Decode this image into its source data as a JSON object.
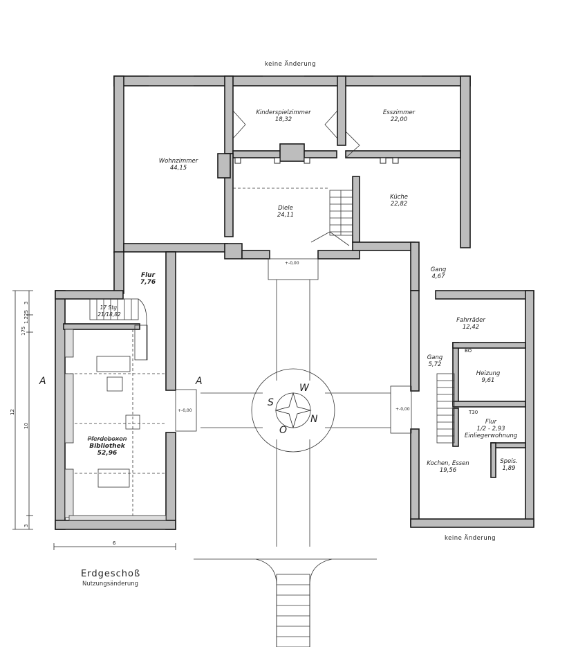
{
  "notes": {
    "top": "keine Änderung",
    "bottom": "keine Änderung"
  },
  "title": "Erdgeschoß",
  "subtitle": "Nutzungsänderung",
  "rooms": {
    "wohnzimmer": {
      "name": "Wohnzimmer",
      "area": "44,15"
    },
    "kinderspielzimmer": {
      "name": "Kinderspielzimmer",
      "area": "18,32"
    },
    "esszimmer": {
      "name": "Esszimmer",
      "area": "22,00"
    },
    "diele": {
      "name": "Diele",
      "area": "24,11"
    },
    "kueche": {
      "name": "Küche",
      "area": "22,82"
    },
    "gang_upper": {
      "name": "Gang",
      "area": "4,67"
    },
    "flur_left": {
      "name": "Flur",
      "area": "7,76"
    },
    "fahrraeder": {
      "name": "Fahrräder",
      "area": "12,42"
    },
    "gang_right": {
      "name": "Gang",
      "area": "5,72"
    },
    "heizung": {
      "name": "Heizung",
      "area": "9,61"
    },
    "flur_einlieger": {
      "name": "Flur",
      "area": "1/2 - 2,93",
      "extra": "Einliegerwohnung"
    },
    "kochen": {
      "name": "Kochen, Essen",
      "area": "19,56"
    },
    "speis": {
      "name": "Speis.",
      "area": "1,89"
    },
    "bibliothek": {
      "old": "Pferdeboxen",
      "name": "Bibliothek",
      "area": "52,96"
    }
  },
  "stair": {
    "steps": "17 Stg.",
    "ratio": "21/18,82"
  },
  "levels": {
    "entrance": "+-0,00",
    "left": "+-0,00",
    "right": "+-0,00"
  },
  "section_marks": {
    "left": "A",
    "right": "A"
  },
  "labels_misc": {
    "bo": "BO",
    "t30": "T30"
  },
  "dimensions": {
    "vertical_total": "12",
    "vertical_main": "10",
    "vertical_top": "3",
    "vertical_175": "175",
    "vertical_1225": "1,225",
    "vertical_bottom": "3",
    "horizontal": "6"
  },
  "compass": {
    "w": "W",
    "s": "S",
    "n": "N",
    "o": "O"
  }
}
